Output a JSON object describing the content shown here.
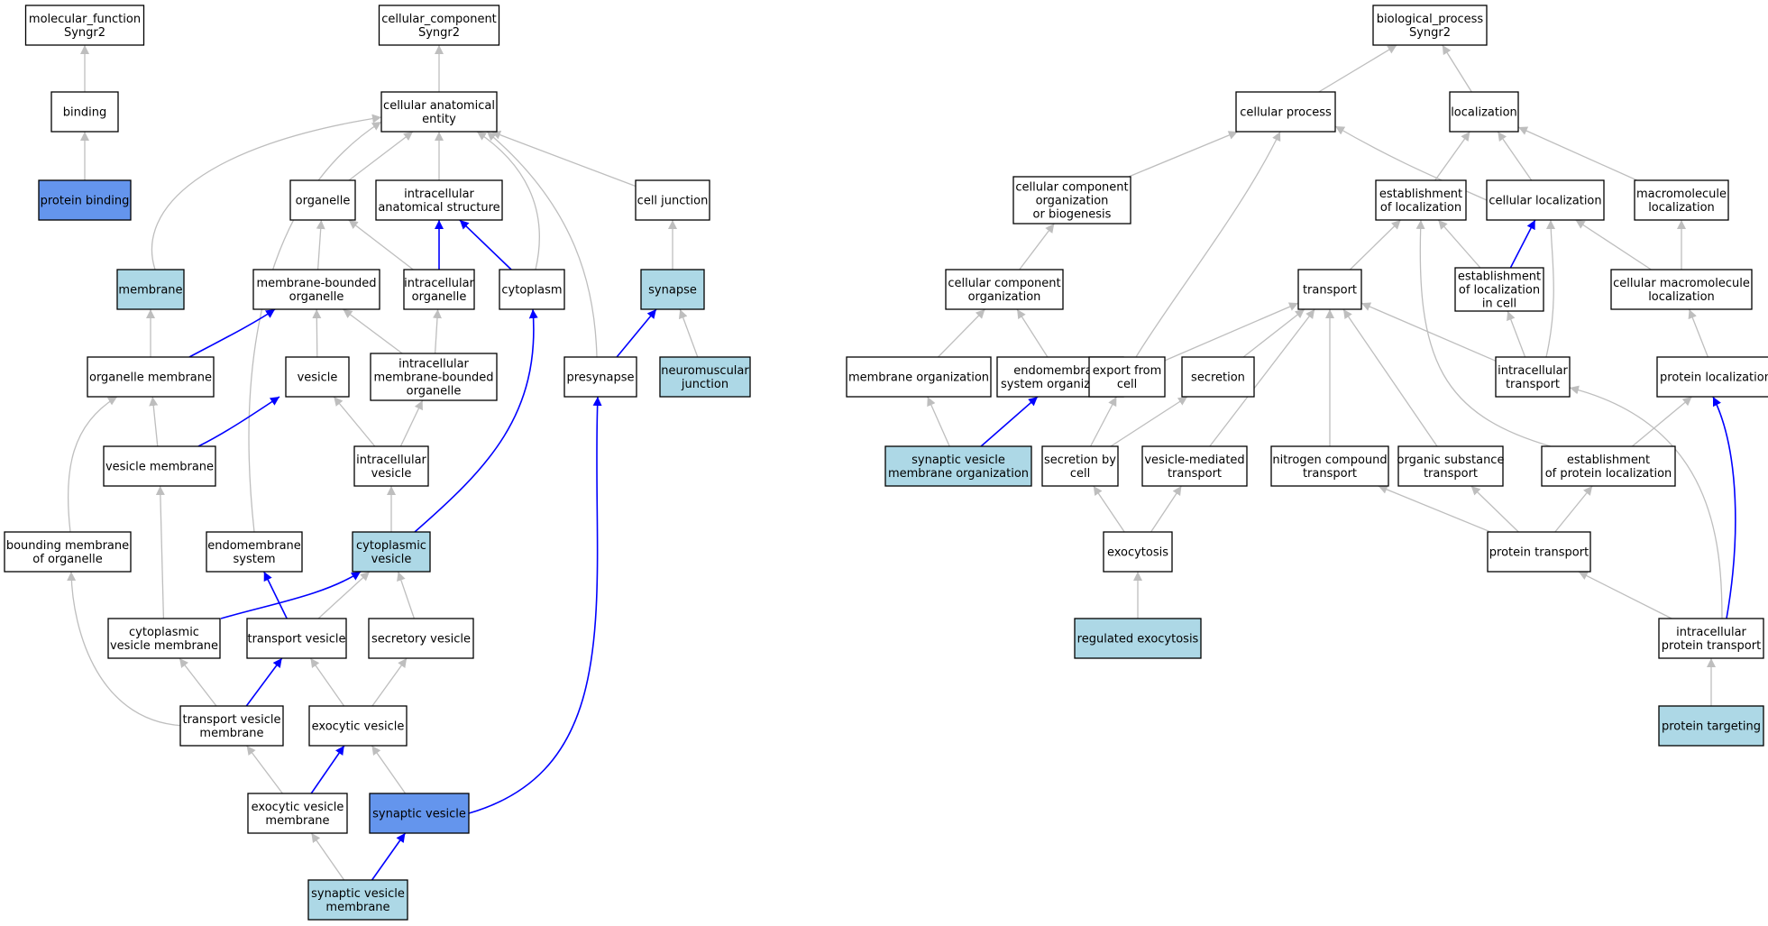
{
  "colors": {
    "node_fill": "#ffffff",
    "node_light": "#add8e6",
    "node_dark": "#6495ed",
    "edge_gray": "#bebebe",
    "edge_blue": "#0000ff",
    "border": "#000000"
  },
  "nodes": [
    {
      "id": "mf",
      "lines": [
        "molecular_function",
        "Syngr2"
      ],
      "style": "white"
    },
    {
      "id": "binding",
      "lines": [
        "binding"
      ],
      "style": "white"
    },
    {
      "id": "protein_binding",
      "lines": [
        "protein binding"
      ],
      "style": "dark"
    },
    {
      "id": "cc",
      "lines": [
        "cellular_component",
        "Syngr2"
      ],
      "style": "white"
    },
    {
      "id": "cae",
      "lines": [
        "cellular anatomical",
        "entity"
      ],
      "style": "white"
    },
    {
      "id": "organelle",
      "lines": [
        "organelle"
      ],
      "style": "white"
    },
    {
      "id": "ias",
      "lines": [
        "intracellular",
        "anatomical structure"
      ],
      "style": "white"
    },
    {
      "id": "cell_junction",
      "lines": [
        "cell junction"
      ],
      "style": "white"
    },
    {
      "id": "membrane",
      "lines": [
        "membrane"
      ],
      "style": "light"
    },
    {
      "id": "mbo",
      "lines": [
        "membrane-bounded",
        "organelle"
      ],
      "style": "white"
    },
    {
      "id": "io",
      "lines": [
        "intracellular",
        "organelle"
      ],
      "style": "white"
    },
    {
      "id": "cytoplasm",
      "lines": [
        "cytoplasm"
      ],
      "style": "white"
    },
    {
      "id": "synapse",
      "lines": [
        "synapse"
      ],
      "style": "light"
    },
    {
      "id": "om",
      "lines": [
        "organelle membrane"
      ],
      "style": "white"
    },
    {
      "id": "vesicle",
      "lines": [
        "vesicle"
      ],
      "style": "white"
    },
    {
      "id": "imbo",
      "lines": [
        "intracellular",
        "membrane-bounded",
        "organelle"
      ],
      "style": "white"
    },
    {
      "id": "presynapse",
      "lines": [
        "presynapse"
      ],
      "style": "white"
    },
    {
      "id": "nmj",
      "lines": [
        "neuromuscular",
        "junction"
      ],
      "style": "light"
    },
    {
      "id": "vm",
      "lines": [
        "vesicle membrane"
      ],
      "style": "white"
    },
    {
      "id": "iv",
      "lines": [
        "intracellular",
        "vesicle"
      ],
      "style": "white"
    },
    {
      "id": "bmo",
      "lines": [
        "bounding membrane",
        "of organelle"
      ],
      "style": "white"
    },
    {
      "id": "es",
      "lines": [
        "endomembrane",
        "system"
      ],
      "style": "white"
    },
    {
      "id": "cv",
      "lines": [
        "cytoplasmic",
        "vesicle"
      ],
      "style": "light"
    },
    {
      "id": "cvm",
      "lines": [
        "cytoplasmic",
        "vesicle membrane"
      ],
      "style": "white"
    },
    {
      "id": "tv",
      "lines": [
        "transport vesicle"
      ],
      "style": "white"
    },
    {
      "id": "sv",
      "lines": [
        "secretory vesicle"
      ],
      "style": "white"
    },
    {
      "id": "tvm",
      "lines": [
        "transport vesicle",
        "membrane"
      ],
      "style": "white"
    },
    {
      "id": "ev",
      "lines": [
        "exocytic vesicle"
      ],
      "style": "white"
    },
    {
      "id": "evm",
      "lines": [
        "exocytic vesicle",
        "membrane"
      ],
      "style": "white"
    },
    {
      "id": "synv",
      "lines": [
        "synaptic vesicle"
      ],
      "style": "dark"
    },
    {
      "id": "svm",
      "lines": [
        "synaptic vesicle",
        "membrane"
      ],
      "style": "light"
    },
    {
      "id": "bp",
      "lines": [
        "biological_process",
        "Syngr2"
      ],
      "style": "white"
    },
    {
      "id": "cp",
      "lines": [
        "cellular process"
      ],
      "style": "white"
    },
    {
      "id": "loc",
      "lines": [
        "localization"
      ],
      "style": "white"
    },
    {
      "id": "ccob",
      "lines": [
        "cellular component",
        "organization",
        "or biogenesis"
      ],
      "style": "white"
    },
    {
      "id": "eol",
      "lines": [
        "establishment",
        "of localization"
      ],
      "style": "white"
    },
    {
      "id": "cl",
      "lines": [
        "cellular localization"
      ],
      "style": "white"
    },
    {
      "id": "ml",
      "lines": [
        "macromolecule",
        "localization"
      ],
      "style": "white"
    },
    {
      "id": "cco",
      "lines": [
        "cellular component",
        "organization"
      ],
      "style": "white"
    },
    {
      "id": "transport",
      "lines": [
        "transport"
      ],
      "style": "white"
    },
    {
      "id": "eolc",
      "lines": [
        "establishment",
        "of localization",
        "in cell"
      ],
      "style": "white"
    },
    {
      "id": "cml",
      "lines": [
        "cellular macromolecule",
        "localization"
      ],
      "style": "white"
    },
    {
      "id": "mo",
      "lines": [
        "membrane organization"
      ],
      "style": "white"
    },
    {
      "id": "eso",
      "lines": [
        "endomembrane",
        "system organization"
      ],
      "style": "white"
    },
    {
      "id": "efc",
      "lines": [
        "export from",
        "cell"
      ],
      "style": "white"
    },
    {
      "id": "secretion",
      "lines": [
        "secretion"
      ],
      "style": "white"
    },
    {
      "id": "it",
      "lines": [
        "intracellular",
        "transport"
      ],
      "style": "white"
    },
    {
      "id": "pl",
      "lines": [
        "protein localization"
      ],
      "style": "white"
    },
    {
      "id": "svmo",
      "lines": [
        "synaptic vesicle",
        "membrane organization"
      ],
      "style": "light"
    },
    {
      "id": "sbc",
      "lines": [
        "secretion by",
        "cell"
      ],
      "style": "white"
    },
    {
      "id": "vmt",
      "lines": [
        "vesicle-mediated",
        "transport"
      ],
      "style": "white"
    },
    {
      "id": "nct",
      "lines": [
        "nitrogen compound",
        "transport"
      ],
      "style": "white"
    },
    {
      "id": "ost",
      "lines": [
        "organic substance",
        "transport"
      ],
      "style": "white"
    },
    {
      "id": "epl",
      "lines": [
        "establishment",
        "of protein localization"
      ],
      "style": "white"
    },
    {
      "id": "exo",
      "lines": [
        "exocytosis"
      ],
      "style": "white"
    },
    {
      "id": "pt",
      "lines": [
        "protein transport"
      ],
      "style": "white"
    },
    {
      "id": "rexo",
      "lines": [
        "regulated exocytosis"
      ],
      "style": "light"
    },
    {
      "id": "ipt",
      "lines": [
        "intracellular",
        "protein transport"
      ],
      "style": "white"
    },
    {
      "id": "ptg",
      "lines": [
        "protein targeting"
      ],
      "style": "light"
    }
  ],
  "edges": [
    {
      "from": "binding",
      "to": "mf",
      "type": "gray"
    },
    {
      "from": "protein_binding",
      "to": "binding",
      "type": "gray"
    },
    {
      "from": "cae",
      "to": "cc",
      "type": "gray"
    },
    {
      "from": "organelle",
      "to": "cae",
      "type": "gray"
    },
    {
      "from": "ias",
      "to": "cae",
      "type": "gray"
    },
    {
      "from": "cell_junction",
      "to": "cae",
      "type": "gray"
    },
    {
      "from": "membrane",
      "to": "cae",
      "type": "gray"
    },
    {
      "from": "cytoplasm",
      "to": "cae",
      "type": "gray"
    },
    {
      "from": "presynapse",
      "to": "cae",
      "type": "gray"
    },
    {
      "from": "es",
      "to": "cae",
      "type": "gray"
    },
    {
      "from": "mbo",
      "to": "organelle",
      "type": "gray"
    },
    {
      "from": "io",
      "to": "organelle",
      "type": "gray"
    },
    {
      "from": "io",
      "to": "ias",
      "type": "blue"
    },
    {
      "from": "cytoplasm",
      "to": "ias",
      "type": "blue"
    },
    {
      "from": "synapse",
      "to": "cell_junction",
      "type": "gray"
    },
    {
      "from": "om",
      "to": "membrane",
      "type": "gray"
    },
    {
      "from": "om",
      "to": "mbo",
      "type": "blue"
    },
    {
      "from": "vesicle",
      "to": "mbo",
      "type": "gray"
    },
    {
      "from": "imbo",
      "to": "mbo",
      "type": "gray"
    },
    {
      "from": "imbo",
      "to": "io",
      "type": "gray"
    },
    {
      "from": "presynapse",
      "to": "synapse",
      "type": "blue"
    },
    {
      "from": "nmj",
      "to": "synapse",
      "type": "gray"
    },
    {
      "from": "vm",
      "to": "om",
      "type": "gray"
    },
    {
      "from": "vm",
      "to": "vesicle",
      "type": "blue"
    },
    {
      "from": "iv",
      "to": "vesicle",
      "type": "gray"
    },
    {
      "from": "iv",
      "to": "imbo",
      "type": "gray"
    },
    {
      "from": "bmo",
      "to": "om",
      "type": "gray"
    },
    {
      "from": "cv",
      "to": "iv",
      "type": "gray"
    },
    {
      "from": "cv",
      "to": "cytoplasm",
      "type": "blue"
    },
    {
      "from": "cvm",
      "to": "vm",
      "type": "gray"
    },
    {
      "from": "cvm",
      "to": "cv",
      "type": "blue"
    },
    {
      "from": "tv",
      "to": "cv",
      "type": "gray"
    },
    {
      "from": "tv",
      "to": "es",
      "type": "blue"
    },
    {
      "from": "sv",
      "to": "cv",
      "type": "gray"
    },
    {
      "from": "tvm",
      "to": "cvm",
      "type": "gray"
    },
    {
      "from": "tvm",
      "to": "tv",
      "type": "blue"
    },
    {
      "from": "tvm",
      "to": "bmo",
      "type": "gray"
    },
    {
      "from": "ev",
      "to": "tv",
      "type": "gray"
    },
    {
      "from": "ev",
      "to": "sv",
      "type": "gray"
    },
    {
      "from": "evm",
      "to": "tvm",
      "type": "gray"
    },
    {
      "from": "evm",
      "to": "ev",
      "type": "blue"
    },
    {
      "from": "synv",
      "to": "ev",
      "type": "gray"
    },
    {
      "from": "synv",
      "to": "presynapse",
      "type": "blue"
    },
    {
      "from": "svm",
      "to": "evm",
      "type": "gray"
    },
    {
      "from": "svm",
      "to": "synv",
      "type": "blue"
    },
    {
      "from": "cp",
      "to": "bp",
      "type": "gray"
    },
    {
      "from": "loc",
      "to": "bp",
      "type": "gray"
    },
    {
      "from": "ccob",
      "to": "cp",
      "type": "gray"
    },
    {
      "from": "eol",
      "to": "loc",
      "type": "gray"
    },
    {
      "from": "cl",
      "to": "cp",
      "type": "gray"
    },
    {
      "from": "cl",
      "to": "loc",
      "type": "gray"
    },
    {
      "from": "ml",
      "to": "loc",
      "type": "gray"
    },
    {
      "from": "cco",
      "to": "ccob",
      "type": "gray"
    },
    {
      "from": "transport",
      "to": "eol",
      "type": "gray"
    },
    {
      "from": "eolc",
      "to": "eol",
      "type": "gray"
    },
    {
      "from": "eolc",
      "to": "cl",
      "type": "blue"
    },
    {
      "from": "cml",
      "to": "ml",
      "type": "gray"
    },
    {
      "from": "cml",
      "to": "cl",
      "type": "gray"
    },
    {
      "from": "mo",
      "to": "cco",
      "type": "gray"
    },
    {
      "from": "eso",
      "to": "cco",
      "type": "gray"
    },
    {
      "from": "efc",
      "to": "transport",
      "type": "gray"
    },
    {
      "from": "efc",
      "to": "cp",
      "type": "gray"
    },
    {
      "from": "secretion",
      "to": "transport",
      "type": "gray"
    },
    {
      "from": "it",
      "to": "transport",
      "type": "gray"
    },
    {
      "from": "it",
      "to": "eolc",
      "type": "gray"
    },
    {
      "from": "it",
      "to": "cl",
      "type": "gray"
    },
    {
      "from": "pl",
      "to": "cml",
      "type": "gray"
    },
    {
      "from": "svmo",
      "to": "mo",
      "type": "gray"
    },
    {
      "from": "svmo",
      "to": "eso",
      "type": "blue"
    },
    {
      "from": "sbc",
      "to": "efc",
      "type": "gray"
    },
    {
      "from": "sbc",
      "to": "secretion",
      "type": "gray"
    },
    {
      "from": "vmt",
      "to": "transport",
      "type": "gray"
    },
    {
      "from": "nct",
      "to": "transport",
      "type": "gray"
    },
    {
      "from": "ost",
      "to": "transport",
      "type": "gray"
    },
    {
      "from": "epl",
      "to": "pl",
      "type": "gray"
    },
    {
      "from": "epl",
      "to": "eol",
      "type": "gray"
    },
    {
      "from": "exo",
      "to": "sbc",
      "type": "gray"
    },
    {
      "from": "exo",
      "to": "vmt",
      "type": "gray"
    },
    {
      "from": "pt",
      "to": "nct",
      "type": "gray"
    },
    {
      "from": "pt",
      "to": "ost",
      "type": "gray"
    },
    {
      "from": "pt",
      "to": "epl",
      "type": "gray"
    },
    {
      "from": "rexo",
      "to": "exo",
      "type": "gray"
    },
    {
      "from": "ipt",
      "to": "pt",
      "type": "gray"
    },
    {
      "from": "ipt",
      "to": "it",
      "type": "gray"
    },
    {
      "from": "ipt",
      "to": "pl",
      "type": "blue"
    },
    {
      "from": "ptg",
      "to": "ipt",
      "type": "gray"
    }
  ]
}
